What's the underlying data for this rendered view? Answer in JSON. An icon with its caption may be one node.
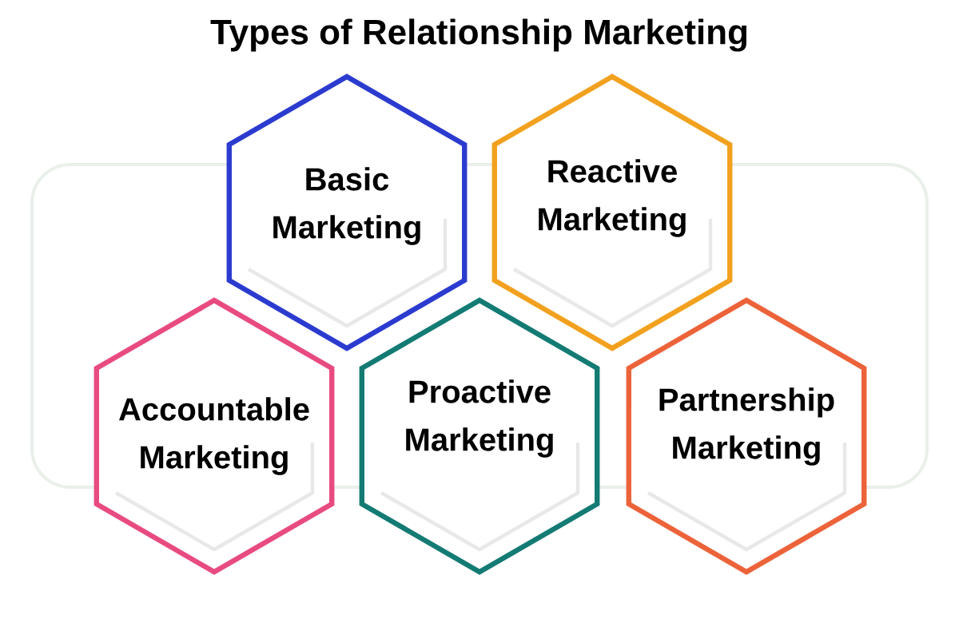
{
  "diagram": {
    "title": "Types of Relationship Marketing",
    "nodes": [
      {
        "text": [
          "Basic Marketing"
        ]
      },
      {
        "text": [
          "Reactive Marketing"
        ]
      },
      {
        "text": [
          "Accountable Marketing"
        ]
      },
      {
        "text": [
          "Proactive Marketing"
        ]
      },
      {
        "text": [
          "Partnership Marketing"
        ]
      }
    ]
  }
}
